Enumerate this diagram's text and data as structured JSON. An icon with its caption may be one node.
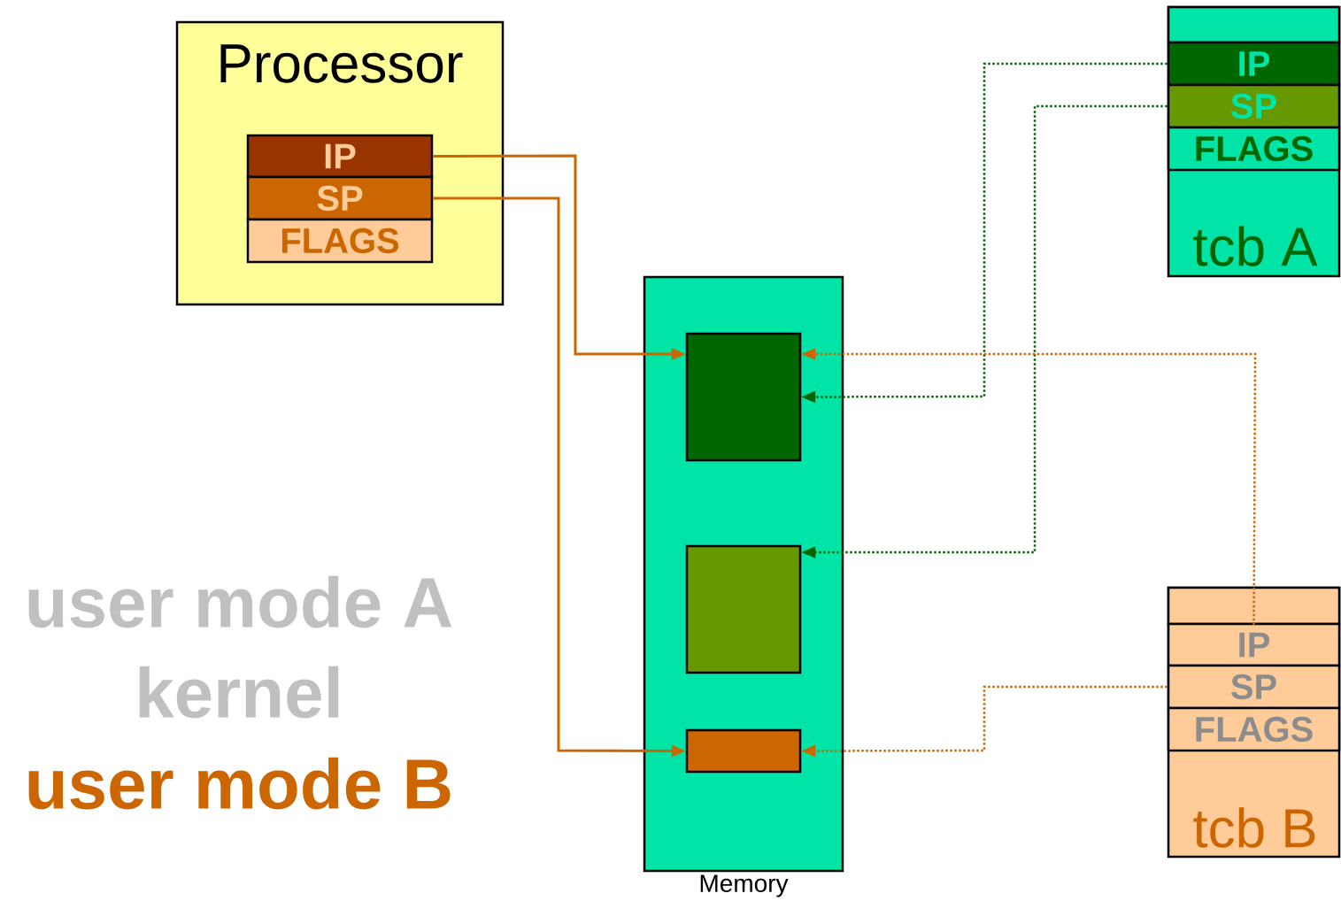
{
  "diagram": {
    "nodes": [
      {
        "text": [
          "Processor"
        ]
      },
      {
        "text": [
          "IP"
        ],
        "in": 0
      },
      {
        "text": [
          "SP"
        ],
        "in": 0
      },
      {
        "text": [
          "FLAGS"
        ],
        "in": 0
      },
      {
        "text": [
          "Memory"
        ]
      },
      {
        "text": [],
        "shape": "box",
        "in": 4
      },
      {
        "text": [],
        "shape": "box",
        "in": 4
      },
      {
        "text": [],
        "shape": "box",
        "in": 4
      },
      {
        "text": [
          "tcb A"
        ]
      },
      {
        "text": [],
        "shape": "box",
        "in": 8
      },
      {
        "text": [
          "IP"
        ],
        "in": 8
      },
      {
        "text": [
          "SP"
        ],
        "in": 8
      },
      {
        "text": [
          "FLAGS"
        ],
        "in": 8
      },
      {
        "text": [
          "tcb B"
        ]
      },
      {
        "text": [],
        "shape": "box",
        "in": 13
      },
      {
        "text": [
          "IP"
        ],
        "in": 13
      },
      {
        "text": [
          "SP"
        ],
        "in": 13
      },
      {
        "text": [
          "FLAGS"
        ],
        "in": 13
      }
    ],
    "edges": [
      {
        "from": 1,
        "to": 5,
        "arrow": "to"
      },
      {
        "from": 2,
        "to": 7,
        "arrow": "to"
      },
      {
        "from": 10,
        "to": 5,
        "arrow": "to",
        "style": "dashed",
        "color": "#006600"
      },
      {
        "from": 11,
        "to": 6,
        "arrow": "to",
        "style": "dashed",
        "color": "#006600"
      },
      {
        "from": 14,
        "to": 5,
        "arrow": "to",
        "style": "dashed"
      },
      {
        "from": 16,
        "to": 7,
        "arrow": "to",
        "style": "dashed"
      }
    ],
    "labels": [
      "user mode A",
      "kernel",
      "user mode B"
    ]
  }
}
